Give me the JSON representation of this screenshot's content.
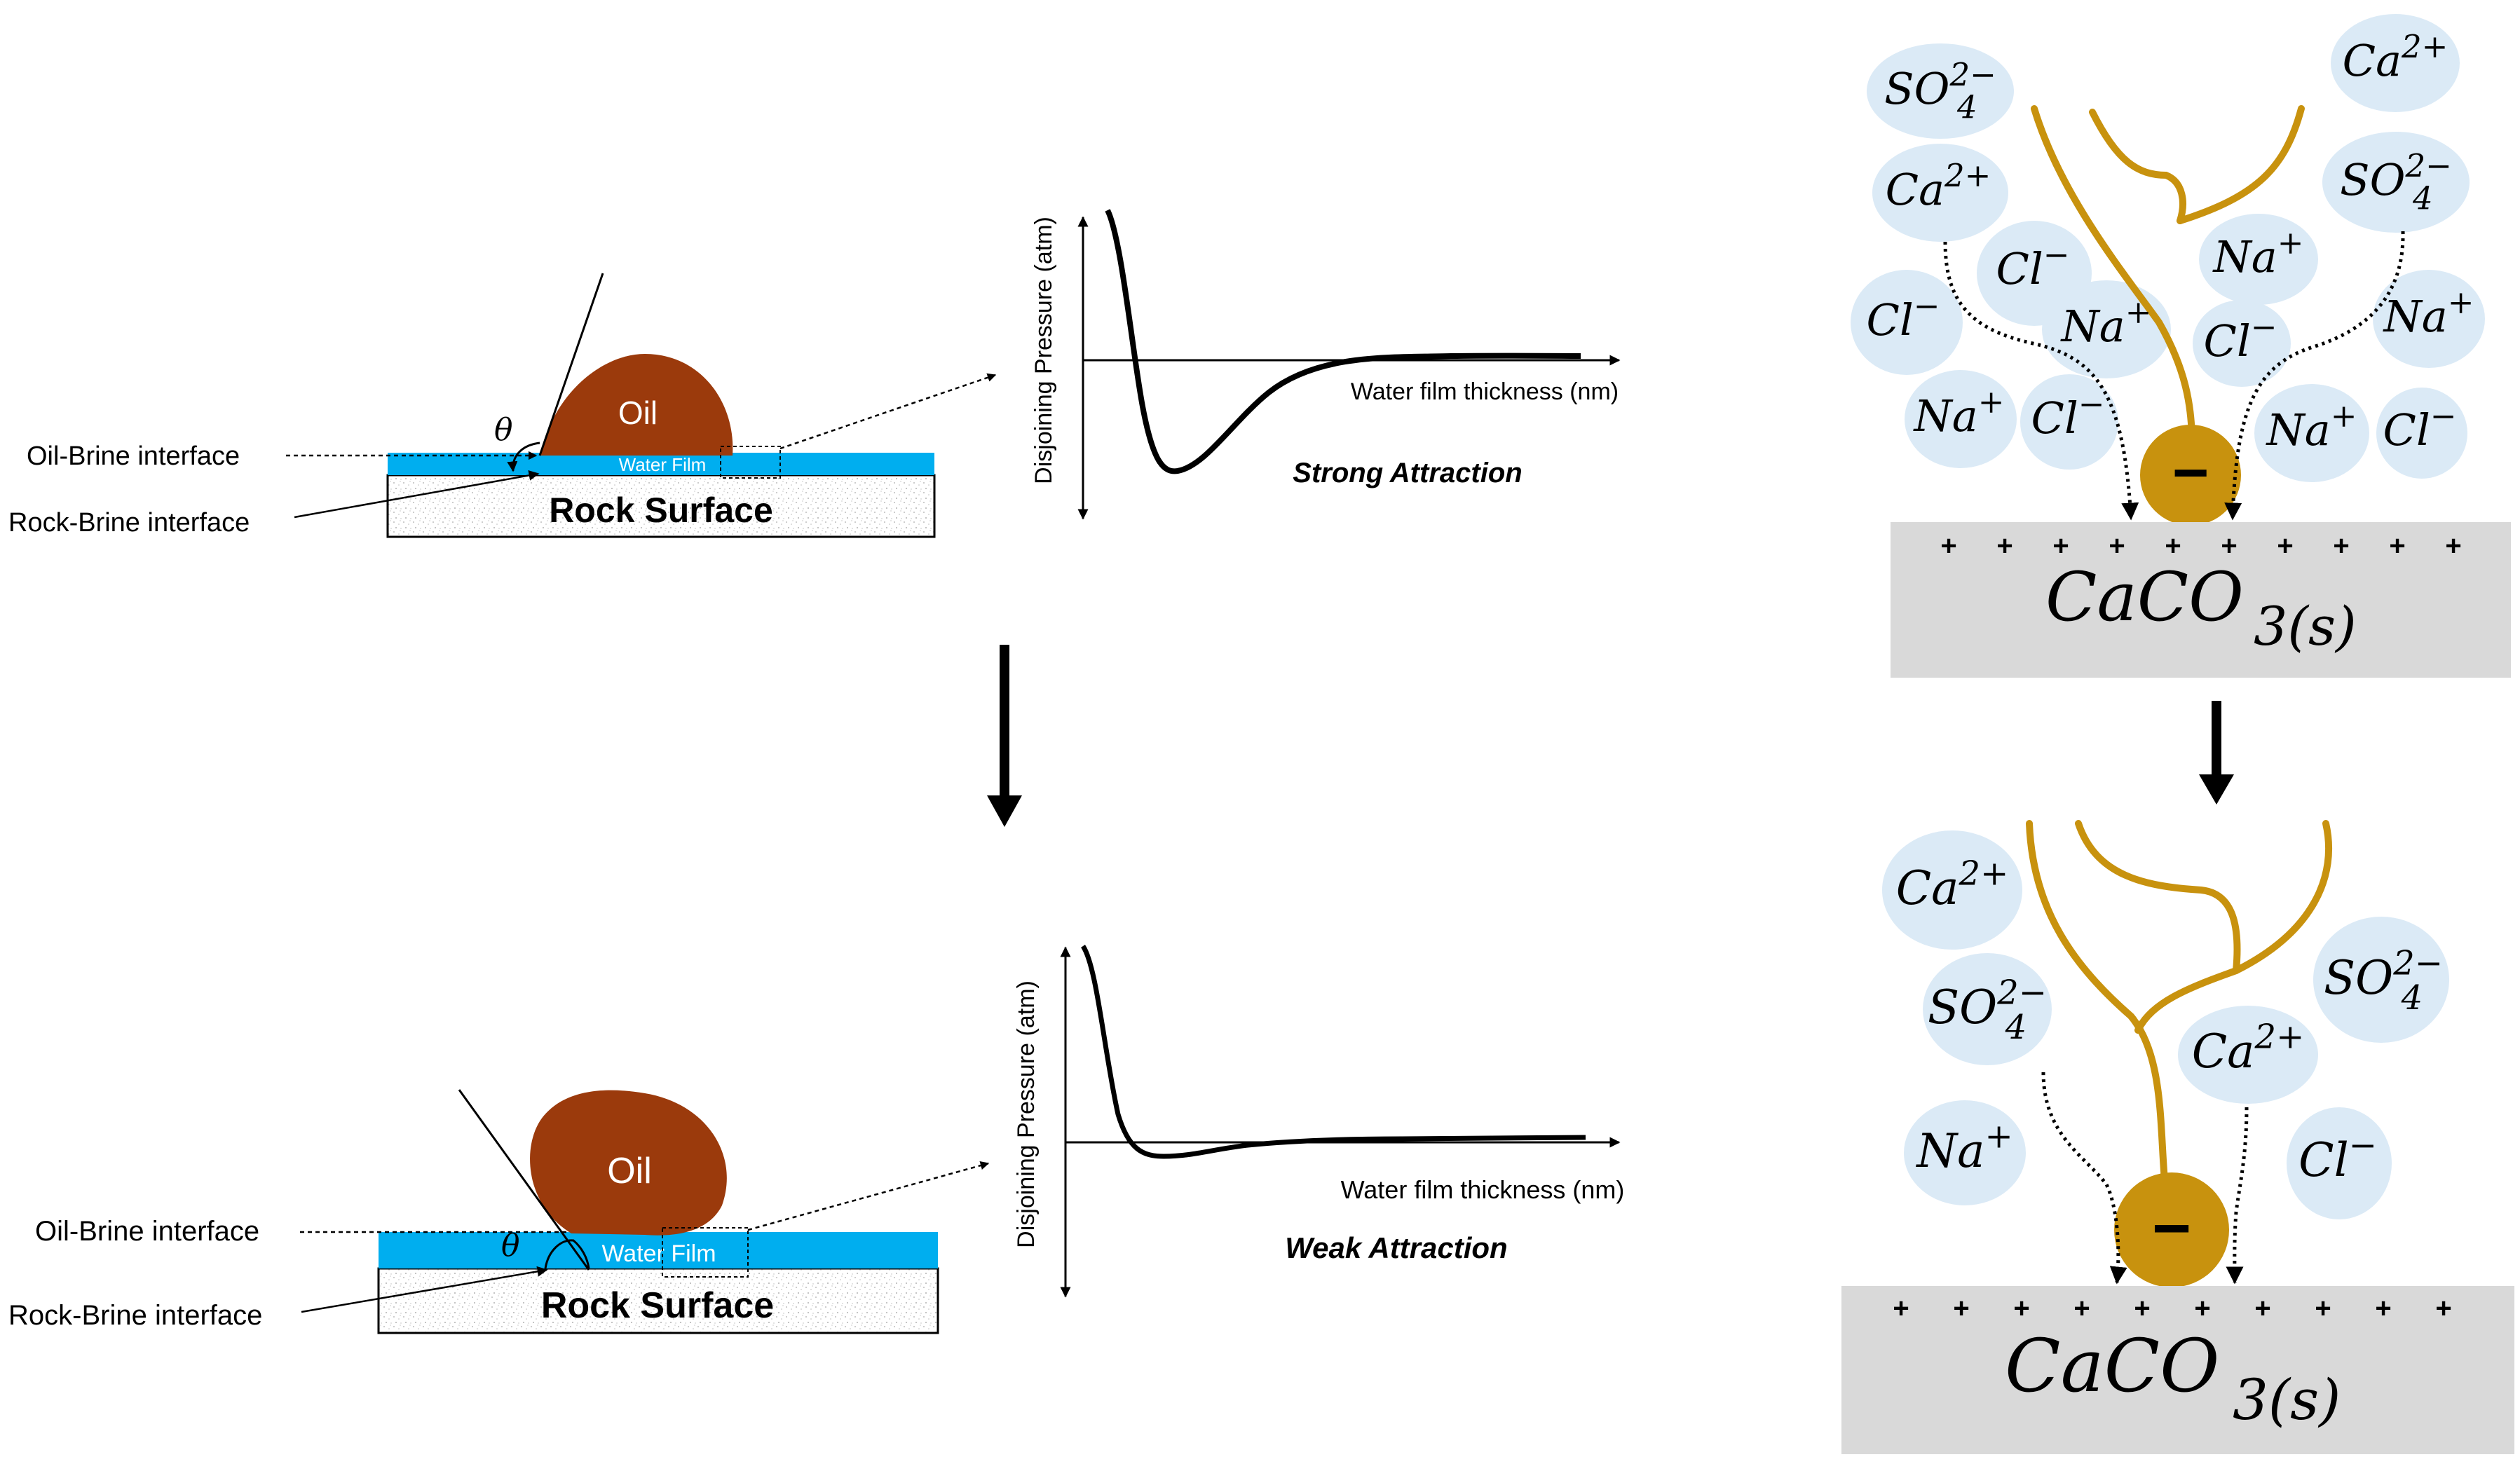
{
  "top_left": {
    "oil_label": "Oil",
    "water_film_label": "Water Film",
    "rock_label": "Rock Surface",
    "oil_brine_label": "Oil-Brine interface",
    "rock_brine_label": "Rock-Brine interface",
    "theta_label": "θ"
  },
  "bottom_left": {
    "oil_label": "Oil",
    "water_film_label": "Water Film",
    "rock_label": "Rock Surface",
    "oil_brine_label": "Oil-Brine interface",
    "rock_brine_label": "Rock-Brine interface",
    "theta_label": "θ"
  },
  "top_plot": {
    "y_label": "Disjoining Pressure (atm)",
    "x_label": "Water film thickness (nm)",
    "caption": "Strong Attraction"
  },
  "bottom_plot": {
    "y_label": "Disjoining Pressure (atm)",
    "x_label": "Water film thickness (nm)",
    "caption": "Weak Attraction"
  },
  "top_right": {
    "surface_label": "CaCO",
    "surface_sub": "3(s)",
    "minus_sign": "−",
    "plus_sign": "+",
    "ions": [
      {
        "base": "SO",
        "sub": "4",
        "sup": "2−"
      },
      {
        "base": "Ca",
        "sub": "",
        "sup": "2+"
      },
      {
        "base": "Ca",
        "sub": "",
        "sup": "2+"
      },
      {
        "base": "SO",
        "sub": "4",
        "sup": "2−"
      },
      {
        "base": "Cl",
        "sub": "",
        "sup": "−"
      },
      {
        "base": "Na",
        "sub": "",
        "sup": "+"
      },
      {
        "base": "Cl",
        "sub": "",
        "sup": "−"
      },
      {
        "base": "Na",
        "sub": "",
        "sup": "+"
      },
      {
        "base": "Cl",
        "sub": "",
        "sup": "−"
      },
      {
        "base": "Na",
        "sub": "",
        "sup": "+"
      },
      {
        "base": "Na",
        "sub": "",
        "sup": "+"
      },
      {
        "base": "Cl",
        "sub": "",
        "sup": "−"
      },
      {
        "base": "Na",
        "sub": "",
        "sup": "+"
      },
      {
        "base": "Cl",
        "sub": "",
        "sup": "−"
      }
    ]
  },
  "bottom_right": {
    "surface_label": "CaCO",
    "surface_sub": "3(s)",
    "minus_sign": "−",
    "plus_sign": "+",
    "ions": [
      {
        "base": "Ca",
        "sub": "",
        "sup": "2+"
      },
      {
        "base": "SO",
        "sub": "4",
        "sup": "2−"
      },
      {
        "base": "SO",
        "sub": "4",
        "sup": "2−"
      },
      {
        "base": "Ca",
        "sub": "",
        "sup": "2+"
      },
      {
        "base": "Na",
        "sub": "",
        "sup": "+"
      },
      {
        "base": "Cl",
        "sub": "",
        "sup": "−"
      }
    ]
  },
  "colors": {
    "oil": "#9b3a0c",
    "water_film": "#00aeef",
    "ion_bubble": "#dbeaf6",
    "molecule": "#c8920e",
    "surface": "#d9d9d9"
  }
}
